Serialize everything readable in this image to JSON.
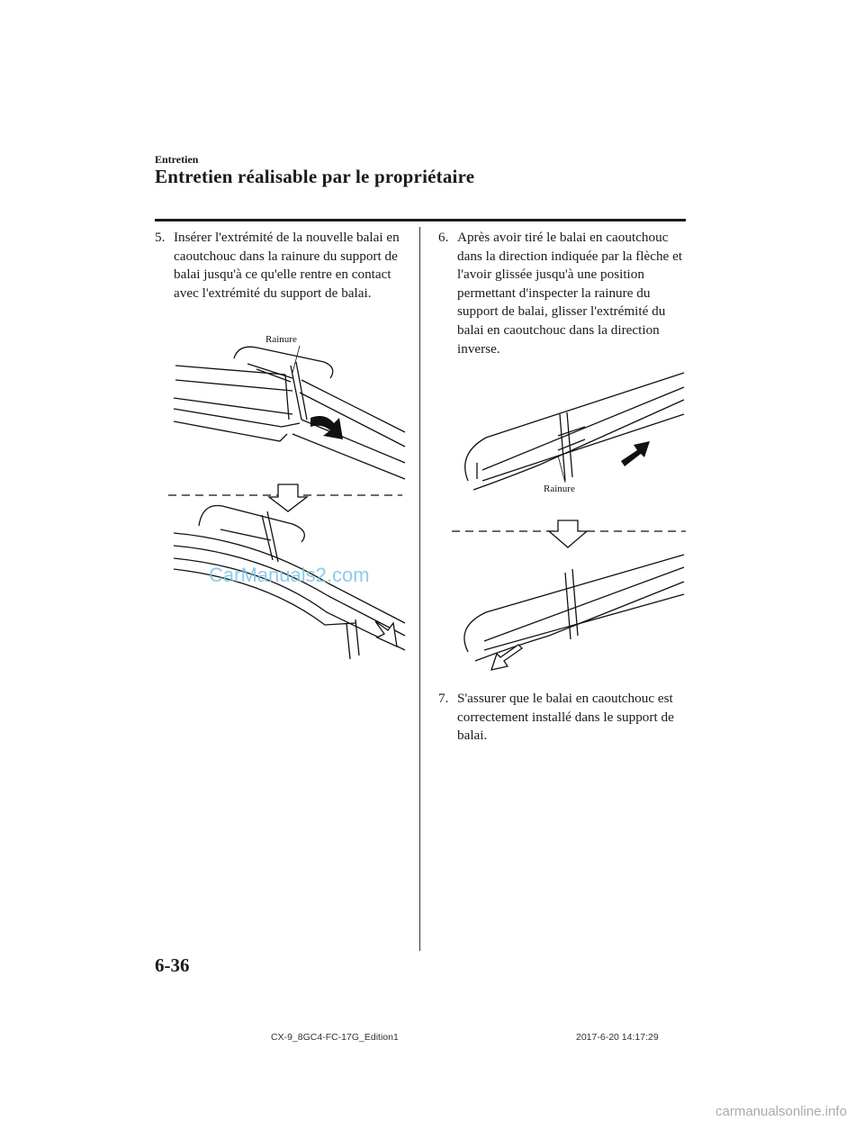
{
  "header": {
    "section": "Entretien",
    "title": "Entretien réalisable par le propriétaire"
  },
  "steps": [
    {
      "num": "5.",
      "text": "Insérer l'extrémité de la nouvelle balai en caoutchouc dans la rainure du support de balai jusqu'à ce qu'elle rentre en contact avec l'extrémité du support de balai."
    },
    {
      "num": "6.",
      "text": "Après avoir tiré le balai en caoutchouc dans la direction indiquée par la flèche et l'avoir glissée jusqu'à une position permettant d'inspecter la rainure du support de balai, glisser l'extrémité du balai en caoutchouc dans la direction inverse."
    },
    {
      "num": "7.",
      "text": "S'assurer que le balai en caoutchouc est correctement installé dans le support de balai."
    }
  ],
  "figures": {
    "left_label": "Rainure",
    "right_label": "Rainure"
  },
  "watermark": "CarManuals2.com",
  "footer": {
    "page_number": "6-36",
    "doc_id": "CX-9_8GC4-FC-17G_Edition1",
    "timestamp": "2017-6-20 14:17:29",
    "site": "carmanualsonline.info"
  }
}
